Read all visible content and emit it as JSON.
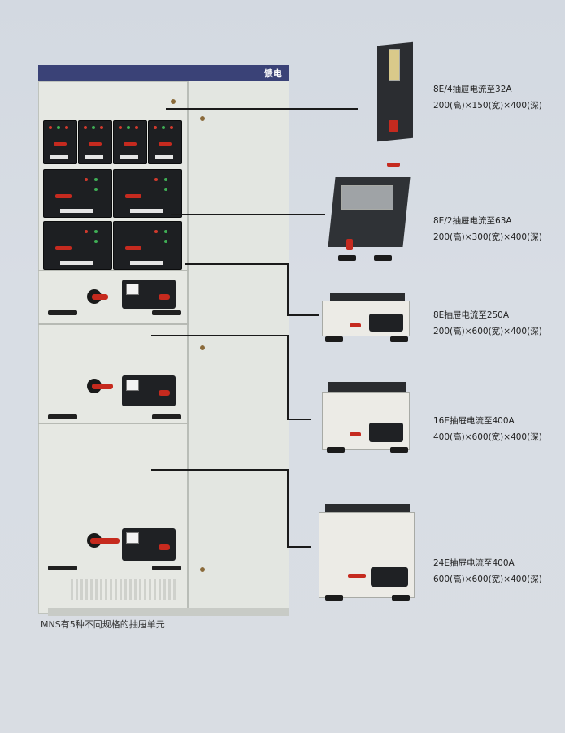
{
  "cabinet": {
    "label": "馈电"
  },
  "units": [
    {
      "name": "8E/4抽屉电流至32A",
      "dims": "200(高)×150(宽)×400(深)"
    },
    {
      "name": "8E/2抽屉电流至63A",
      "dims": "200(高)×300(宽)×400(深)"
    },
    {
      "name": "8E抽屉电流至250A",
      "dims": "200(高)×600(宽)×400(深)"
    },
    {
      "name": "16E抽屉电流至400A",
      "dims": "400(高)×600(宽)×400(深)"
    },
    {
      "name": "24E抽屉电流至400A",
      "dims": "600(高)×600(宽)×400(深)"
    }
  ],
  "caption": "MNS有5种不同规格的抽屉单元",
  "colors": {
    "cabinet_top": "#3a4277",
    "handle_red": "#c52a1f",
    "module_black": "#1d1f22"
  }
}
